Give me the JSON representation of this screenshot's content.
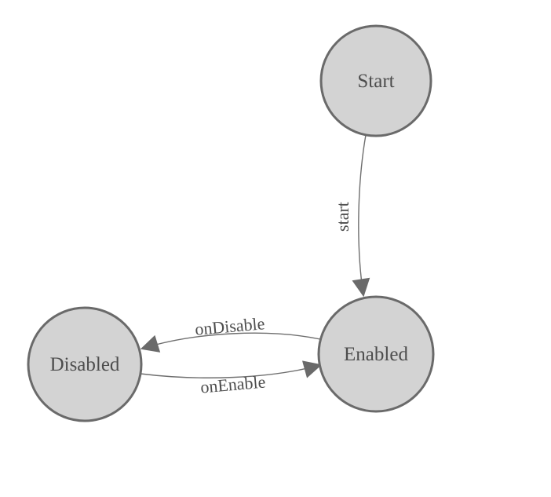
{
  "diagram": {
    "type": "state-diagram",
    "colors": {
      "background": "#ffffff",
      "node_fill": "#d3d3d3",
      "node_stroke": "#6a6a6a",
      "edge_stroke": "#6e6e6e",
      "arrow_fill": "#6a6a6a",
      "label_color": "#4d4d4d"
    },
    "states": [
      {
        "id": "start",
        "label": "Start"
      },
      {
        "id": "enabled",
        "label": "Enabled"
      },
      {
        "id": "disabled",
        "label": "Disabled"
      }
    ],
    "transitions": [
      {
        "id": "start-to-enabled",
        "from": "Start",
        "to": "Enabled",
        "label": "start"
      },
      {
        "id": "enabled-to-disabled",
        "from": "Enabled",
        "to": "Disabled",
        "label": "onDisable"
      },
      {
        "id": "disabled-to-enabled",
        "from": "Disabled",
        "to": "Enabled",
        "label": "onEnable"
      }
    ]
  }
}
